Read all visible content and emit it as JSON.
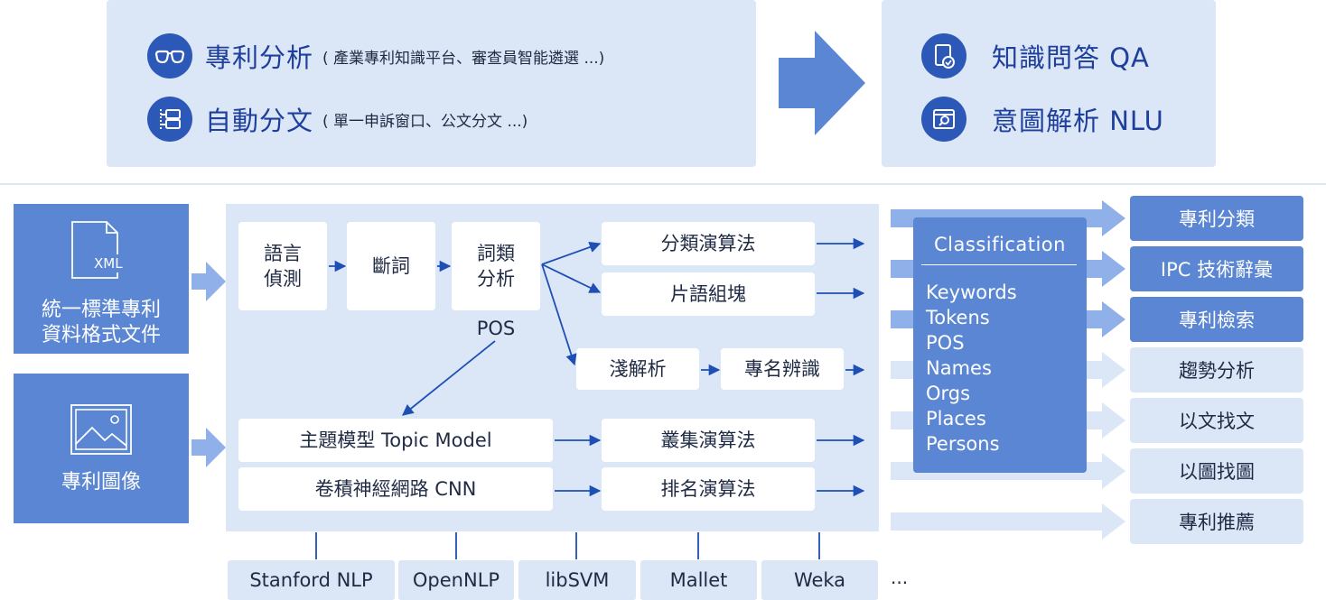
{
  "top": {
    "features": [
      {
        "title": "專利分析",
        "sub": "( 產業專利知識平台、審查員智能遴選 ...)",
        "icon": "glasses-icon"
      },
      {
        "title": "自動分文",
        "sub": "( 單一申訴窗口、公文分文 ...)",
        "icon": "folder-tree-icon"
      }
    ],
    "right": [
      {
        "title": "知識問答 QA",
        "icon": "document-check-icon"
      },
      {
        "title": "意圖解析 NLU",
        "icon": "search-window-icon"
      }
    ]
  },
  "inputs": {
    "xml_tag": "XML",
    "xml_label_1": "統一標準專利",
    "xml_label_2": "資料格式文件",
    "image_label": "專利圖像"
  },
  "pipeline": {
    "lang_detect_1": "語言",
    "lang_detect_2": "偵測",
    "segment": "斷詞",
    "pos_1": "詞類",
    "pos_2": "分析",
    "pos_label": "POS",
    "classify": "分類演算法",
    "chunk": "片語組塊",
    "parse": "淺解析",
    "ner": "專名辨識",
    "topic": "主題模型 Topic Model",
    "cnn": "卷積神經網路 CNN",
    "cluster": "叢集演算法",
    "rank": "排名演算法"
  },
  "classification": {
    "title": "Classification",
    "items": [
      "Keywords",
      "Tokens",
      "POS",
      "Names",
      "Orgs",
      "Places",
      "Persons"
    ]
  },
  "outputs": [
    {
      "label": "專利分類",
      "style": "dark"
    },
    {
      "label": "IPC 技術辭彙",
      "style": "dark"
    },
    {
      "label": "專利檢索",
      "style": "dark"
    },
    {
      "label": "趨勢分析",
      "style": "light"
    },
    {
      "label": "以文找文",
      "style": "light"
    },
    {
      "label": "以圖找圖",
      "style": "light"
    },
    {
      "label": "專利推薦",
      "style": "light"
    }
  ],
  "tools": [
    "Stanford NLP",
    "OpenNLP",
    "libSVM",
    "Mallet",
    "Weka"
  ],
  "tools_more": "...",
  "colors": {
    "dark_blue": "#1e3f9c",
    "accent": "#5b86d4",
    "light": "#dbe6f7",
    "arrow": "#1e4fb5"
  }
}
